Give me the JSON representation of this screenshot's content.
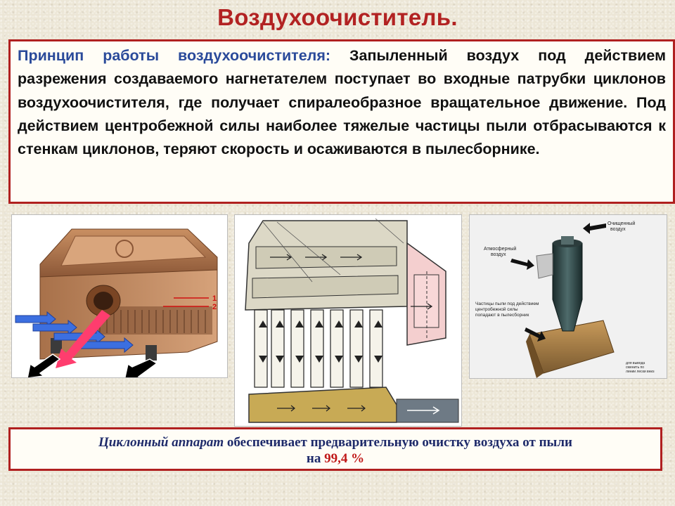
{
  "slide": {
    "title": "Воздухоочиститель.",
    "principle": {
      "lead": "Принцип работы воздухоочистителя:",
      "body": " Запыленный воздух под действием разрежения создаваемого нагнетателем поступает во входные патрубки циклонов воздухоочистителя, где получает спиралеобразное вращательное движение. Под действием центробежной силы наиболее тяжелые частицы пыли отбрасываются к стенкам циклонов, теряют скорость и осаживаются в пылесборнике."
    },
    "figure1": {
      "label_1": "1",
      "label_2": "2"
    },
    "figure3": {
      "label_clean": "Очищенный воздух",
      "label_atm": "Атмосферный воздух",
      "label_dust": "Частицы пыли под действием центробежной силы попадают в пылесборник",
      "label_note": "для вывода сменить по линии лески вниз"
    },
    "summary": {
      "term": "Циклонный аппарат",
      "text": " обеспечивает предварительную очистку воздуха от пыли",
      "line2_prefix": "на ",
      "percent": "99,4 %"
    }
  },
  "colors": {
    "accent_red": "#b02020",
    "lead_blue": "#2a4a9a",
    "summary_navy": "#1e2a6a"
  }
}
